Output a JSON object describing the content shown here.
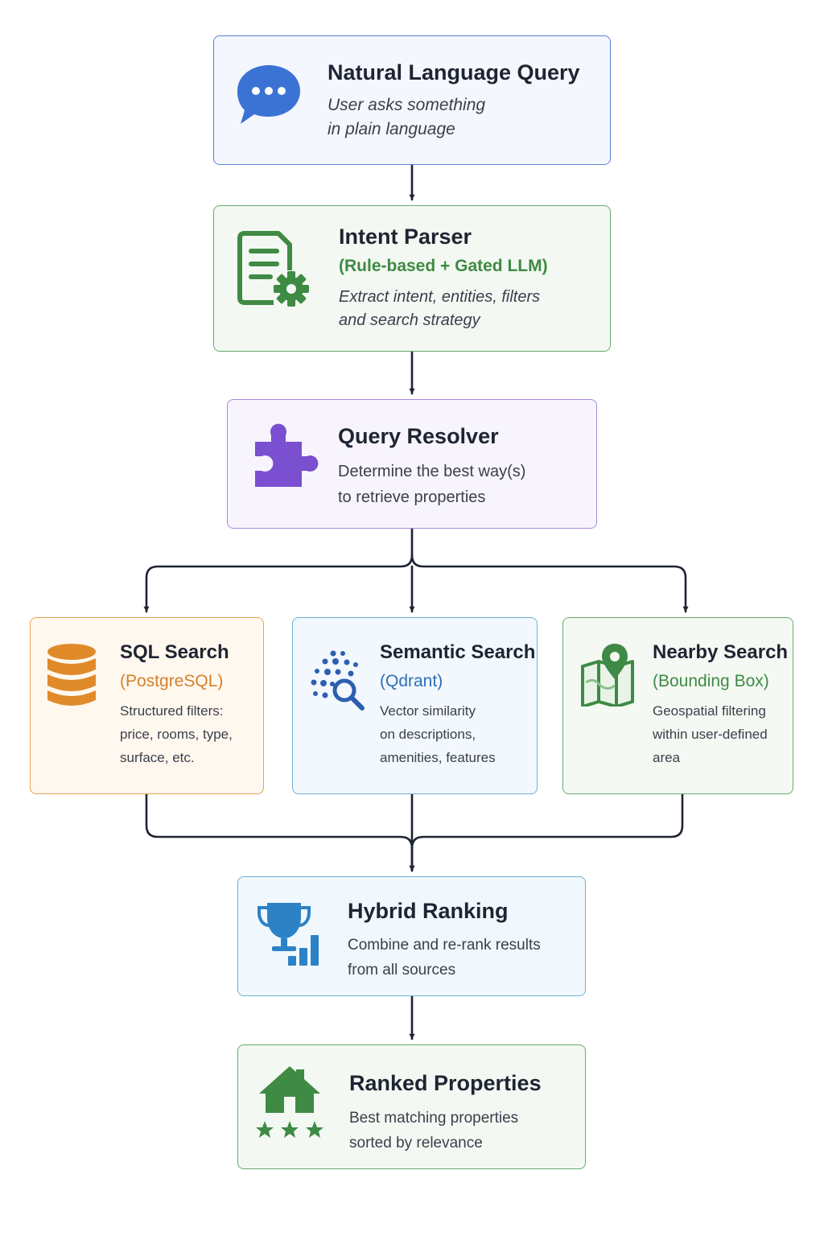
{
  "colors": {
    "connector": "#1e2433",
    "blue": "#3b73d4",
    "green": "#3f8a44",
    "purple": "#7a4fd0",
    "orange": "#e08a2a",
    "sky": "#2d82c6"
  },
  "nodes": {
    "query": {
      "icon": "chat-bubble-icon",
      "title": "Natural Language Query",
      "desc": [
        "User asks something",
        "in plain language"
      ]
    },
    "intent": {
      "icon": "document-gear-icon",
      "title": "Intent Parser",
      "subtitle": "(Rule-based + Gated LLM)",
      "desc": [
        "Extract intent, entities, filters",
        "and search strategy"
      ]
    },
    "resolver": {
      "icon": "puzzle-piece-icon",
      "title": "Query Resolver",
      "desc": [
        "Determine the best way(s)",
        "to retrieve properties"
      ]
    },
    "sql": {
      "icon": "database-icon",
      "title": "SQL Search",
      "subtitle": "(PostgreSQL)",
      "desc": [
        "Structured filters:",
        "price, rooms, type,",
        "surface, etc."
      ]
    },
    "semantic": {
      "icon": "vector-search-icon",
      "title": "Semantic Search",
      "subtitle": "(Qdrant)",
      "desc": [
        "Vector similarity",
        "on descriptions,",
        "amenities, features"
      ]
    },
    "nearby": {
      "icon": "map-pin-icon",
      "title": "Nearby Search",
      "subtitle": "(Bounding Box)",
      "desc": [
        "Geospatial filtering",
        "within user-defined",
        "area"
      ]
    },
    "hybrid": {
      "icon": "trophy-chart-icon",
      "title": "Hybrid Ranking",
      "desc": [
        "Combine and re-rank results",
        "from all sources"
      ]
    },
    "ranked": {
      "icon": "house-stars-icon",
      "title": "Ranked Properties",
      "desc": [
        "Best matching properties",
        "sorted by relevance"
      ]
    }
  }
}
